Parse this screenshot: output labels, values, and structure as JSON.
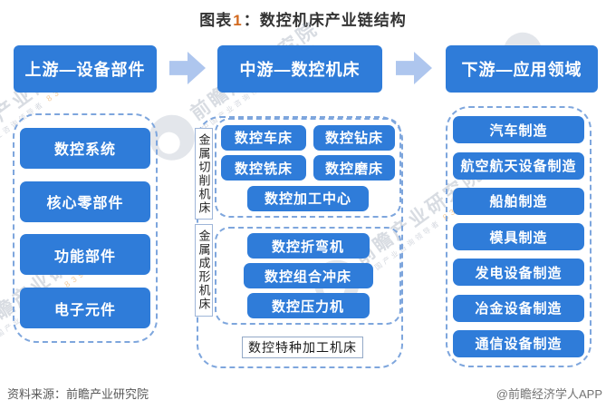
{
  "title": {
    "prefix": "图表",
    "number": "1",
    "rest": "：数控机床产业链结构"
  },
  "columns": {
    "upstream": {
      "header": "上游—设备部件",
      "items": [
        "数控系统",
        "核心零部件",
        "功能部件",
        "电子元件"
      ]
    },
    "midstream": {
      "header": "中游—数控机床",
      "cutting": {
        "side_label": "金属切削机床",
        "row1": [
          "数控车床",
          "数控钻床"
        ],
        "row2": [
          "数控铣床",
          "数控磨床"
        ],
        "row3": "数控加工中心"
      },
      "forming": {
        "side_label": "金属成形机床",
        "items": [
          "数控折弯机",
          "数控组合冲床",
          "数控压力机"
        ]
      },
      "special_box": "数控特种加工机床"
    },
    "downstream": {
      "header": "下游—应用领域",
      "items": [
        "汽车制造",
        "航空航天设备制造",
        "船舶制造",
        "模具制造",
        "发电设备制造",
        "冶金设备制造",
        "通信设备制造"
      ]
    }
  },
  "footer": {
    "source": "资料来源：前瞻产业研究院",
    "credit": "@前瞻经济学人APP"
  },
  "watermark": {
    "text": "前瞻产业研究院",
    "subtext": "中国产业咨询领导者",
    "digits": "839599"
  },
  "colors": {
    "primary_blue": "#2f7cd9",
    "arrow_blue": "#aec6ee",
    "dash_border": "#7ea6dd",
    "label_box_border": "#9fb6d9",
    "title_number_orange": "#d2691e",
    "footer_gray": "#595959"
  }
}
